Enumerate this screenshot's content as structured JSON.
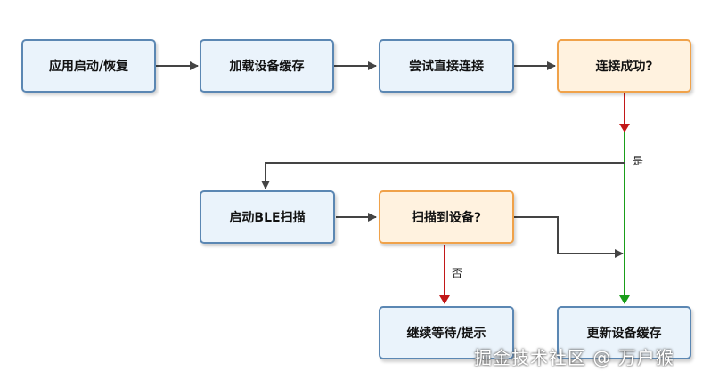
{
  "nodes": {
    "app_start": "应用启动/恢复",
    "load_cache": "加载设备缓存",
    "try_connect": "尝试直接连接",
    "connect_ok": "连接成功?",
    "start_scan": "启动BLE扫描",
    "device_found": "扫描到设备?",
    "wait_prompt": "继续等待/提示",
    "update_cache": "更新设备缓存"
  },
  "edge_labels": {
    "yes": "是",
    "no": "否"
  },
  "watermark": "掘金技术社区 @ 万户猴",
  "colors": {
    "process_border": "#5b87b3",
    "process_fill": "#eaf3fb",
    "decision_border": "#f0a24a",
    "decision_fill": "#fff2df",
    "yes_arrow": "#1a9e1a",
    "no_arrow": "#c21818",
    "default_arrow": "#444444"
  }
}
